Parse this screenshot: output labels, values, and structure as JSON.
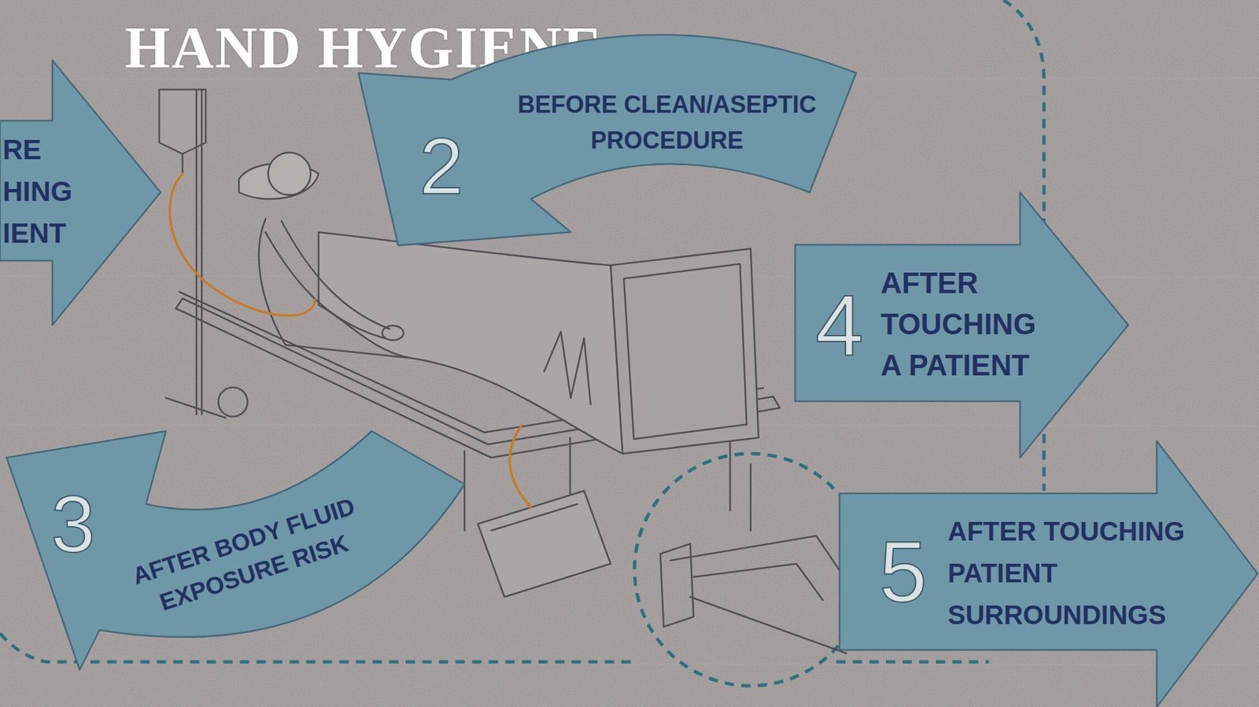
{
  "diagram": {
    "title": "HAND HYGIENE",
    "nodes": [
      {
        "text": [
          "RE HING IENT"
        ]
      },
      {
        "text": [
          "2",
          "BEFORE CLEAN/ASEPTIC PROCEDURE"
        ]
      },
      {
        "text": [
          "3",
          "AFTER BODY FLUID EXPOSURE RISK"
        ]
      },
      {
        "text": [
          "4",
          "AFTER TOUCHING A PATIENT"
        ]
      },
      {
        "text": [
          "5",
          "AFTER TOUCHING PATIENT SURROUNDINGS"
        ]
      }
    ]
  }
}
